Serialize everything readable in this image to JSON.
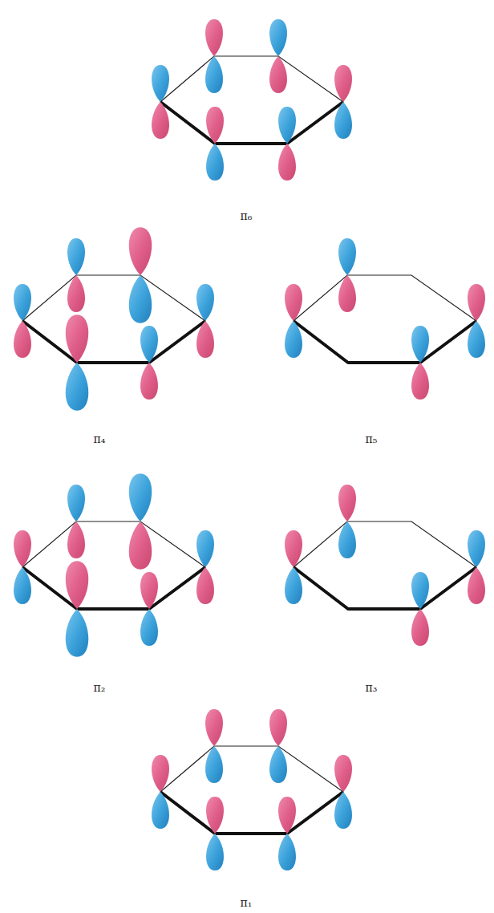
{
  "diagram": {
    "labels": [
      "π₆",
      "π₄",
      "π₅",
      "π₂",
      "π₃",
      "π₁"
    ]
  }
}
